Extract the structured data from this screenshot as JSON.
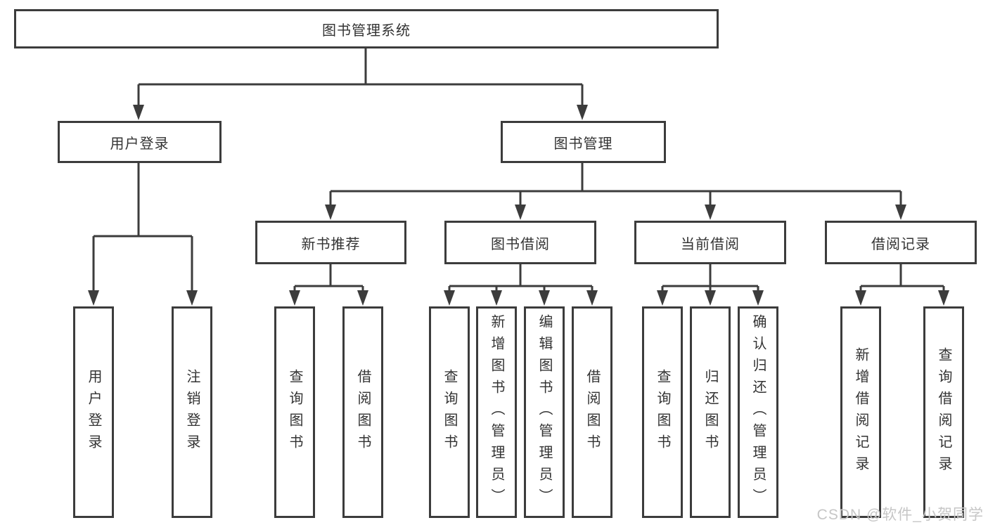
{
  "watermark": {
    "text": "CSDN @软件_小贺同学",
    "color": "#c6c6c6"
  },
  "colors": {
    "line": "#3c3c3c",
    "box_border": "#3c3c3c",
    "text": "#333333",
    "background": "#ffffff"
  },
  "tree": {
    "root": {
      "label": "图书管理系统"
    },
    "branches": [
      {
        "label": "用户登录",
        "leaves": [
          {
            "label": "用户登录"
          },
          {
            "label": "注销登录"
          }
        ]
      },
      {
        "label": "图书管理",
        "groups": [
          {
            "label": "新书推荐",
            "leaves": [
              {
                "label": "查询图书"
              },
              {
                "label": "借阅图书"
              }
            ]
          },
          {
            "label": "图书借阅",
            "leaves": [
              {
                "label": "查询图书"
              },
              {
                "label": "新增图书（管理员）"
              },
              {
                "label": "编辑图书（管理员）"
              },
              {
                "label": "借阅图书"
              }
            ]
          },
          {
            "label": "当前借阅",
            "leaves": [
              {
                "label": "查询图书"
              },
              {
                "label": "归还图书"
              },
              {
                "label": "确认归还（管理员）"
              }
            ]
          },
          {
            "label": "借阅记录",
            "leaves": [
              {
                "label": "新增借阅记录"
              },
              {
                "label": "查询借阅记录"
              }
            ]
          }
        ]
      }
    ]
  }
}
